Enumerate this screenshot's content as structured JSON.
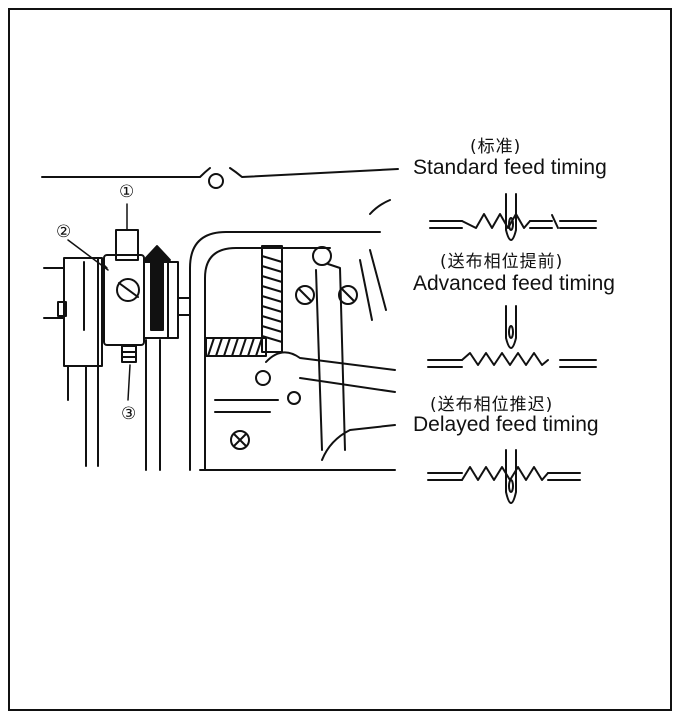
{
  "callouts": [
    "①",
    "②",
    "③"
  ],
  "timings": [
    {
      "cn": "(标准)",
      "en": "Standard feed timing"
    },
    {
      "cn": "(送布相位提前)",
      "en": "Advanced feed timing"
    },
    {
      "cn": "(送布相位推迟)",
      "en": "Delayed feed timing"
    }
  ]
}
